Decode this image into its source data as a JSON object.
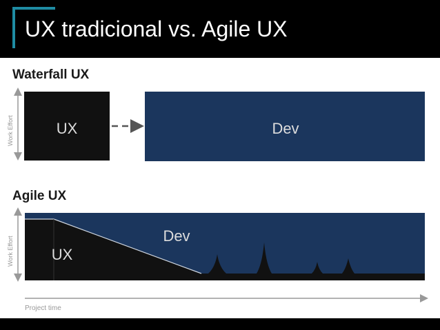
{
  "slide": {
    "title": "UX tradicional vs. Agile UX"
  },
  "waterfall": {
    "heading": "Waterfall UX",
    "axis_label": "Work Effort",
    "ux_label": "UX",
    "dev_label": "Dev"
  },
  "agile": {
    "heading": "Agile UX",
    "axis_label": "Work Effort",
    "ux_label": "UX",
    "dev_label": "Dev"
  },
  "timeline": {
    "label": "Project time"
  },
  "colors": {
    "ux_block": "#111111",
    "dev_block": "#1b365d",
    "accent": "#1f8ca3"
  }
}
